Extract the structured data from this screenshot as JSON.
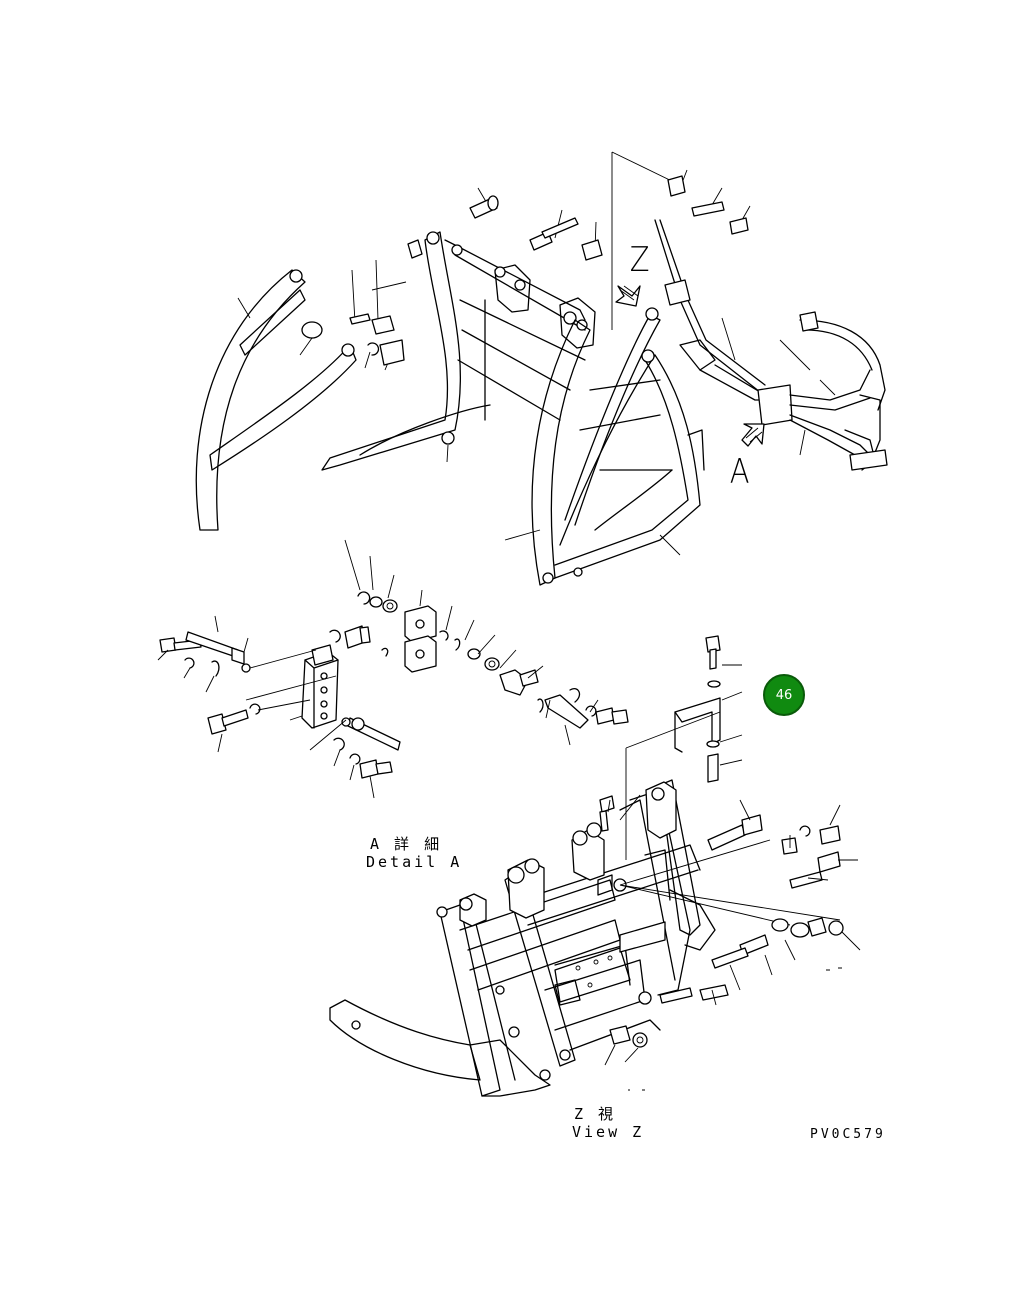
{
  "view_markers": {
    "z": "Z",
    "a": "A"
  },
  "detail_a": {
    "line1": "A 詳 細",
    "line2": "Detail A"
  },
  "view_z": {
    "line1": "Z 視",
    "line2": "View Z"
  },
  "drawing_code": "PV0C579",
  "callout": {
    "number": "46",
    "color": "#108a10"
  }
}
